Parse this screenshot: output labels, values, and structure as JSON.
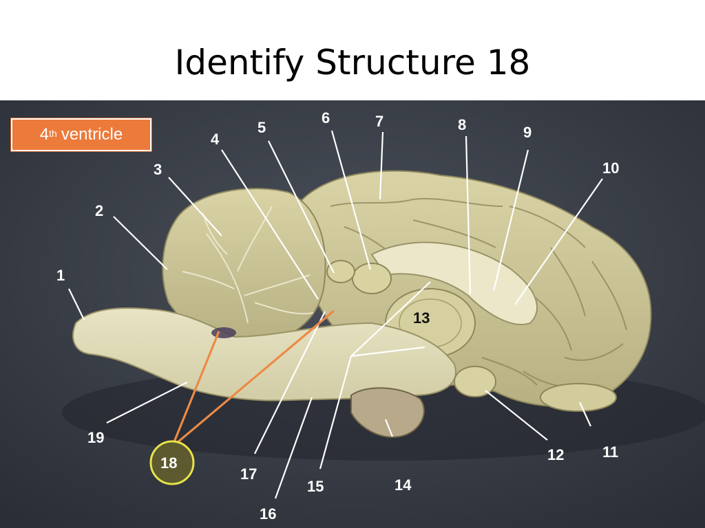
{
  "slide": {
    "title": "Identify Structure 18"
  },
  "answer": {
    "prefix": "4",
    "superscript": "th",
    "suffix": "ventricle"
  },
  "labels": {
    "l1": "1",
    "l2": "2",
    "l3": "3",
    "l4": "4",
    "l5": "5",
    "l6": "6",
    "l7": "7",
    "l8": "8",
    "l9": "9",
    "l10": "10",
    "l11": "11",
    "l12": "12",
    "l13": "13",
    "l14": "14",
    "l15": "15",
    "l16": "16",
    "l17": "17",
    "l18": "18",
    "l19": "19"
  },
  "colors": {
    "background": "#3a3f48",
    "tissue": "#cfc99a",
    "answer_box": "#ec7a3b",
    "highlight_circle": "#e8e34a",
    "highlight_line": "#ec8a45"
  }
}
